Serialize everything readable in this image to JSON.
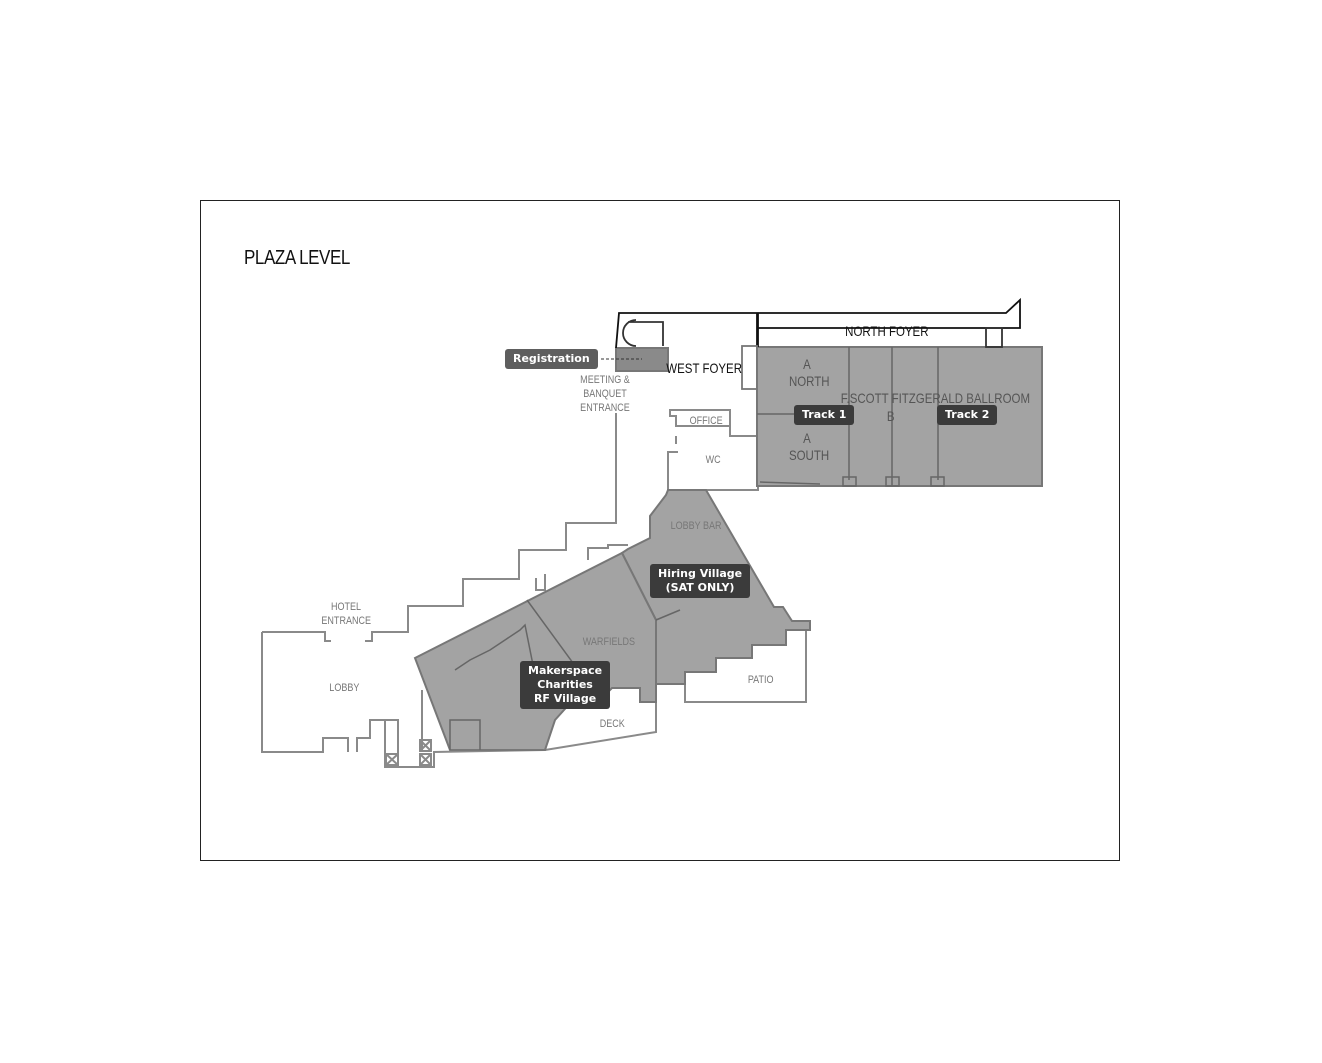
{
  "map": {
    "title": "PLAZA LEVEL",
    "rooms": {
      "north_foyer": "NORTH FOYER",
      "west_foyer": "WEST FOYER",
      "meeting_entrance": "MEETING & BANQUET ENTRANCE",
      "office": "OFFICE",
      "wc": "WC",
      "ballroom": "F.SCOTT FITZGERALD BALLROOM",
      "a_north": "A NORTH",
      "a_south": "A SOUTH",
      "b": "B",
      "lobby_bar": "LOBBY BAR",
      "hotel_entrance": "HOTEL ENTRANCE",
      "lobby": "LOBBY",
      "warfields": "WARFIELDS",
      "deck": "DECK",
      "patio": "PATIO"
    },
    "tags": {
      "registration": "Registration",
      "track1": "Track 1",
      "track2": "Track 2",
      "hiring": "Hiring Village\n(SAT ONLY)",
      "makerspace": "Makerspace\nCharities\nRF Village"
    },
    "colors": {
      "highlight": "#a3a3a3",
      "tag": "#3b3b3b",
      "outline": "#888888"
    }
  }
}
